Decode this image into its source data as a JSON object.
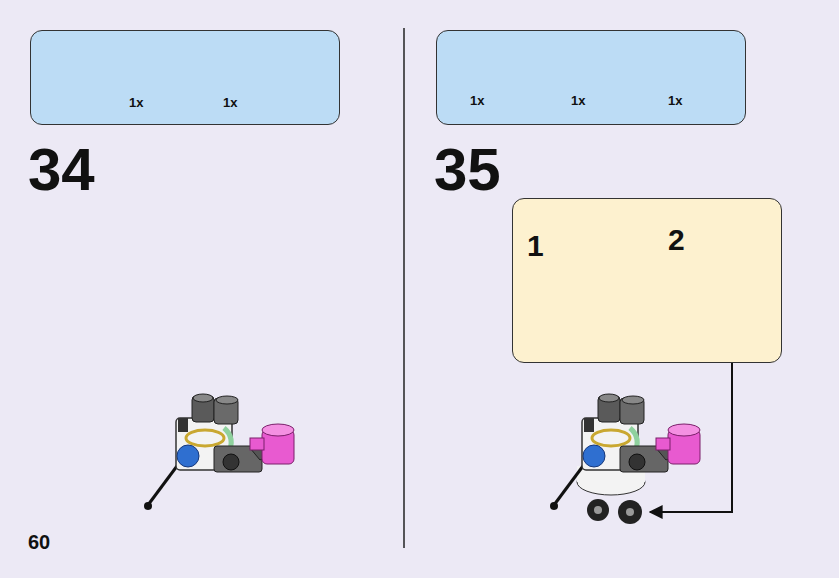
{
  "diagram": {
    "nodes": [
      {
        "text": [
          "1x",
          "1x"
        ]
      },
      {
        "text": [
          "1x",
          "1x",
          "1x"
        ]
      },
      {
        "text": [
          "1",
          "2"
        ]
      }
    ],
    "labels": [
      "34",
      "35",
      "60"
    ]
  }
}
